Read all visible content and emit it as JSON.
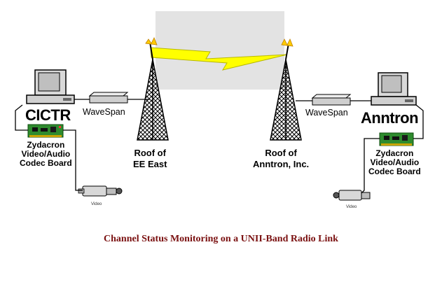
{
  "colors": {
    "caption": "#7a1010",
    "sky": "#e3e3e3",
    "link": "#ffff00",
    "tower": "#000000"
  },
  "left_site": {
    "name": "CICTR",
    "modem_label": "WaveSpan",
    "codec_label": [
      "Zydacron",
      "Video/Audio",
      "Codec Board"
    ],
    "camera_label": "Video",
    "roof_label": [
      "Roof of",
      "EE East"
    ]
  },
  "right_site": {
    "name": "Anntron",
    "modem_label": "WaveSpan",
    "codec_label": [
      "Zydacron",
      "Video/Audio",
      "Codec Board"
    ],
    "camera_label": "Video",
    "roof_label": [
      "Roof of",
      "Anntron, Inc."
    ]
  },
  "caption": "Channel Status Monitoring on a UNII-Band Radio Link",
  "icons": [
    "computer-icon",
    "modem-icon",
    "codec-board-icon",
    "video-camera-icon",
    "radio-tower-icon",
    "lightning-link-icon"
  ]
}
